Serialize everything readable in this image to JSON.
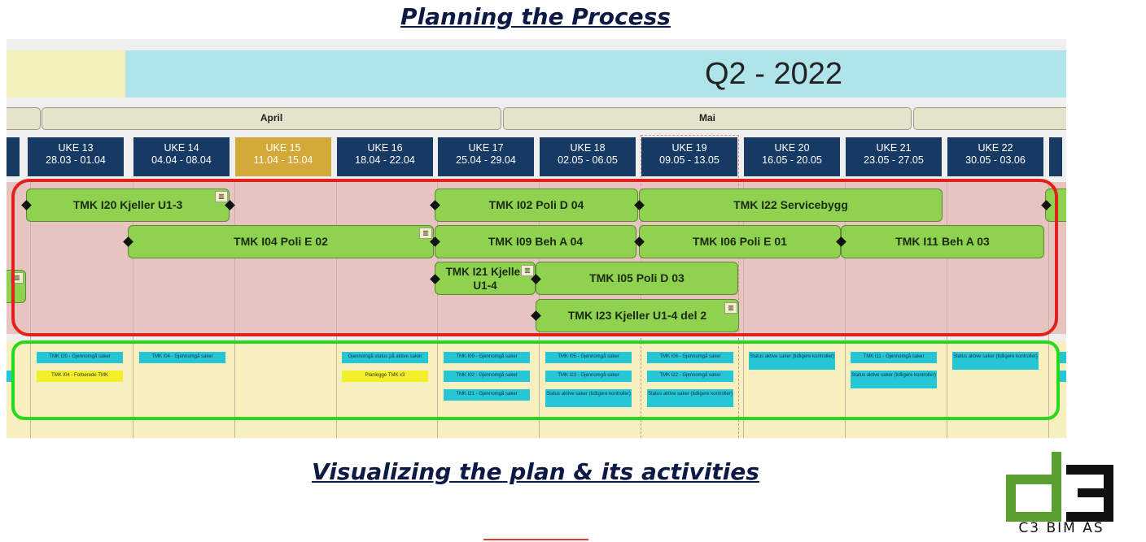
{
  "header": {
    "title": "Planning the Process",
    "subtitle": "Visualizing the plan & its activities"
  },
  "quarter": "Q2 - 2022",
  "months": [
    {
      "label": ""
    },
    {
      "label": "April"
    },
    {
      "label": "Mai"
    },
    {
      "label": ""
    }
  ],
  "weeks": [
    {
      "name": "UKE 13",
      "dates": "28.03 - 01.04",
      "current": false
    },
    {
      "name": "UKE 14",
      "dates": "04.04 - 08.04",
      "current": false
    },
    {
      "name": "UKE 15",
      "dates": "11.04 - 15.04",
      "current": true
    },
    {
      "name": "UKE 16",
      "dates": "18.04 - 22.04",
      "current": false
    },
    {
      "name": "UKE 17",
      "dates": "25.04 - 29.04",
      "current": false
    },
    {
      "name": "UKE 18",
      "dates": "02.05 - 06.05",
      "current": false
    },
    {
      "name": "UKE 19",
      "dates": "09.05 - 13.05",
      "current": false
    },
    {
      "name": "UKE 20",
      "dates": "16.05 - 20.05",
      "current": false
    },
    {
      "name": "UKE 21",
      "dates": "23.05 - 27.05",
      "current": false
    },
    {
      "name": "UKE 22",
      "dates": "30.05 - 03.06",
      "current": false
    }
  ],
  "tasks": [
    {
      "label": "TMK I20 Kjeller U1-3"
    },
    {
      "label": "TMK I02 Poli D 04"
    },
    {
      "label": "TMK I22 Servicebygg"
    },
    {
      "label": "TMK I04 Poli E 02"
    },
    {
      "label": "TMK I09 Beh A 04"
    },
    {
      "label": "TMK I06 Poli E 01"
    },
    {
      "label": "TMK I11 Beh A 03"
    },
    {
      "label": "TMK I21 Kjeller U1-4"
    },
    {
      "label": "TMK I05 Poli D 03"
    },
    {
      "label": "TMK I23 Kjeller U1-4 del 2"
    }
  ],
  "notes": [
    {
      "text": "TMK I20 - Gjennomgå saker",
      "color": "#27c6d4"
    },
    {
      "text": "TMK I04 - Forberede TMK",
      "color": "#f2ee2a"
    },
    {
      "text": "TMK I04 - Gjennomgå saker",
      "color": "#27c6d4"
    },
    {
      "text": "Gjennomgå status på aktive saker",
      "color": "#27c6d4"
    },
    {
      "text": "Planlegge TMK x3",
      "color": "#f2ee2a"
    },
    {
      "text": "TMK I09 - Gjennomgå saker",
      "color": "#27c6d4"
    },
    {
      "text": "TMK I02 - Gjennomgå saker",
      "color": "#27c6d4"
    },
    {
      "text": "TMK I21 - Gjennomgå saker",
      "color": "#27c6d4"
    },
    {
      "text": "TMK I05 - Gjennomgå saker",
      "color": "#27c6d4"
    },
    {
      "text": "TMK I23 - Gjennomgå saker",
      "color": "#27c6d4"
    },
    {
      "text": "Status aktive saker (tidligere kontroller)",
      "color": "#27c6d4"
    },
    {
      "text": "TMK I06 - Gjennomgå saker",
      "color": "#27c6d4"
    },
    {
      "text": "TMK I22 - Gjennomgå saker",
      "color": "#27c6d4"
    },
    {
      "text": "Status aktive saker (tidligere kontroller)",
      "color": "#27c6d4"
    },
    {
      "text": "Status aktive saker (tidligere kontroller)",
      "color": "#27c6d4"
    },
    {
      "text": "TMK I11 - Gjennomgå saker",
      "color": "#27c6d4"
    },
    {
      "text": "Status aktive saker (tidligere kontroller)",
      "color": "#27c6d4"
    },
    {
      "text": "Status aktive saker (tidligere kontroller)",
      "color": "#27c6d4"
    }
  ],
  "flag_glyph": "▥",
  "logo": {
    "text": "C3 BIM AS",
    "green": "#5aa030",
    "dark": "#111111"
  },
  "colors": {
    "task": "#8fd250",
    "note_cyan": "#27c6d4",
    "note_yellow": "#f2ee2a",
    "week_header": "#173a64",
    "week_current": "#d3aa3a",
    "red_frame": "#e0221c",
    "green_frame": "#27d91a"
  }
}
